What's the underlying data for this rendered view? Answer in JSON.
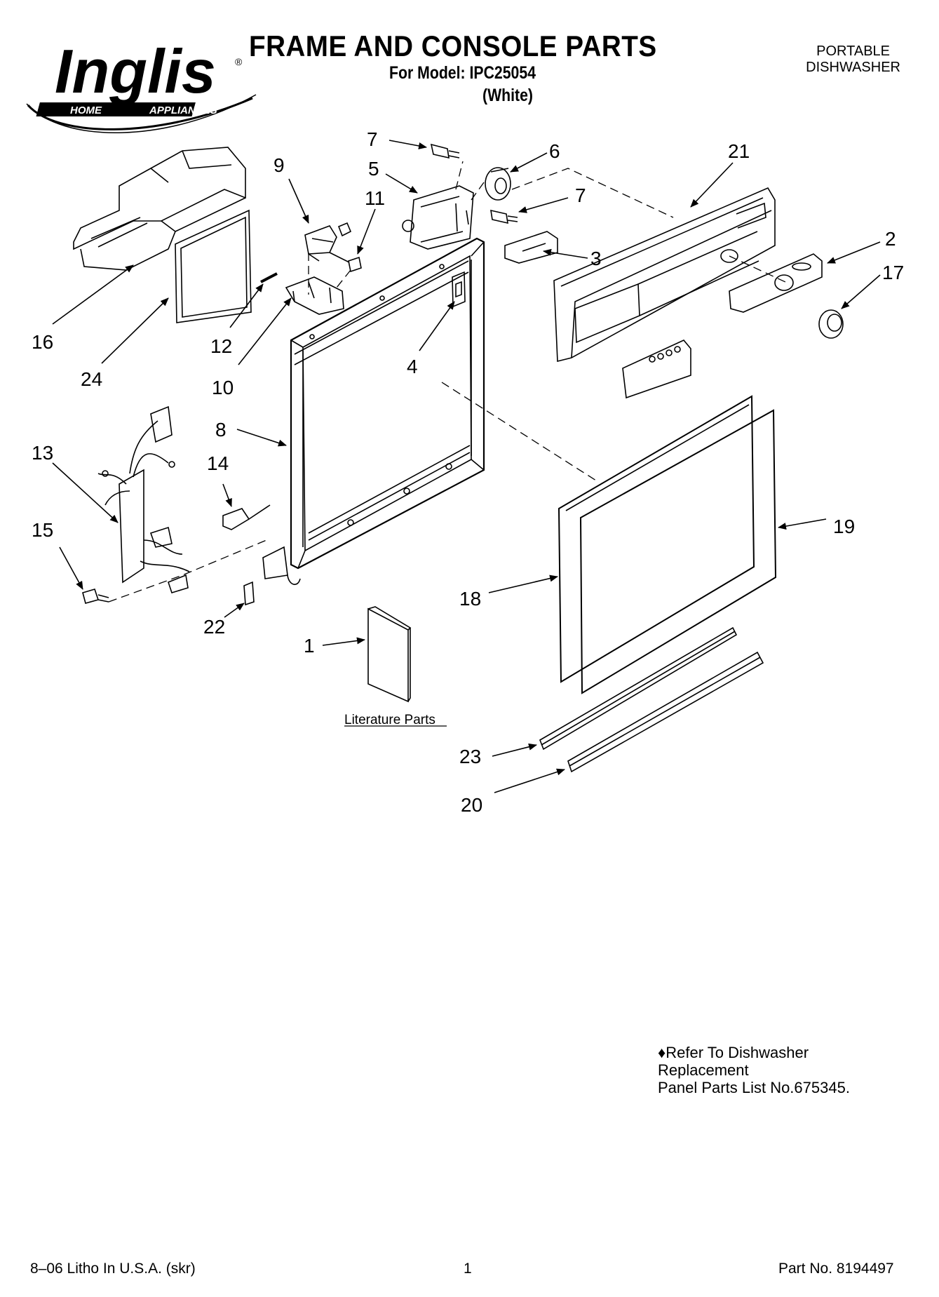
{
  "header": {
    "brand": "Inglis",
    "brand_tag_left": "HOME",
    "brand_tag_right": "APPLIANCES",
    "brand_registered": "®",
    "title": "FRAME AND CONSOLE PARTS",
    "model_line": "For Model: IPC25054",
    "color_line": "(White)",
    "product_line1": "PORTABLE",
    "product_line2": "DISHWASHER"
  },
  "callouts": [
    "7",
    "6",
    "21",
    "9",
    "5",
    "11",
    "7",
    "2",
    "17",
    "3",
    "16",
    "12",
    "24",
    "10",
    "4",
    "8",
    "13",
    "14",
    "15",
    "19",
    "18",
    "22",
    "1",
    "23",
    "20"
  ],
  "literature_label": "Literature Parts",
  "note": {
    "line1": "♦Refer To Dishwasher",
    "line2": "Replacement",
    "line3": "Panel Parts List No.675345."
  },
  "footer": {
    "litho": "8–06 Litho In U.S.A. (skr)",
    "page": "1",
    "part_no": "Part No. 8194497"
  }
}
